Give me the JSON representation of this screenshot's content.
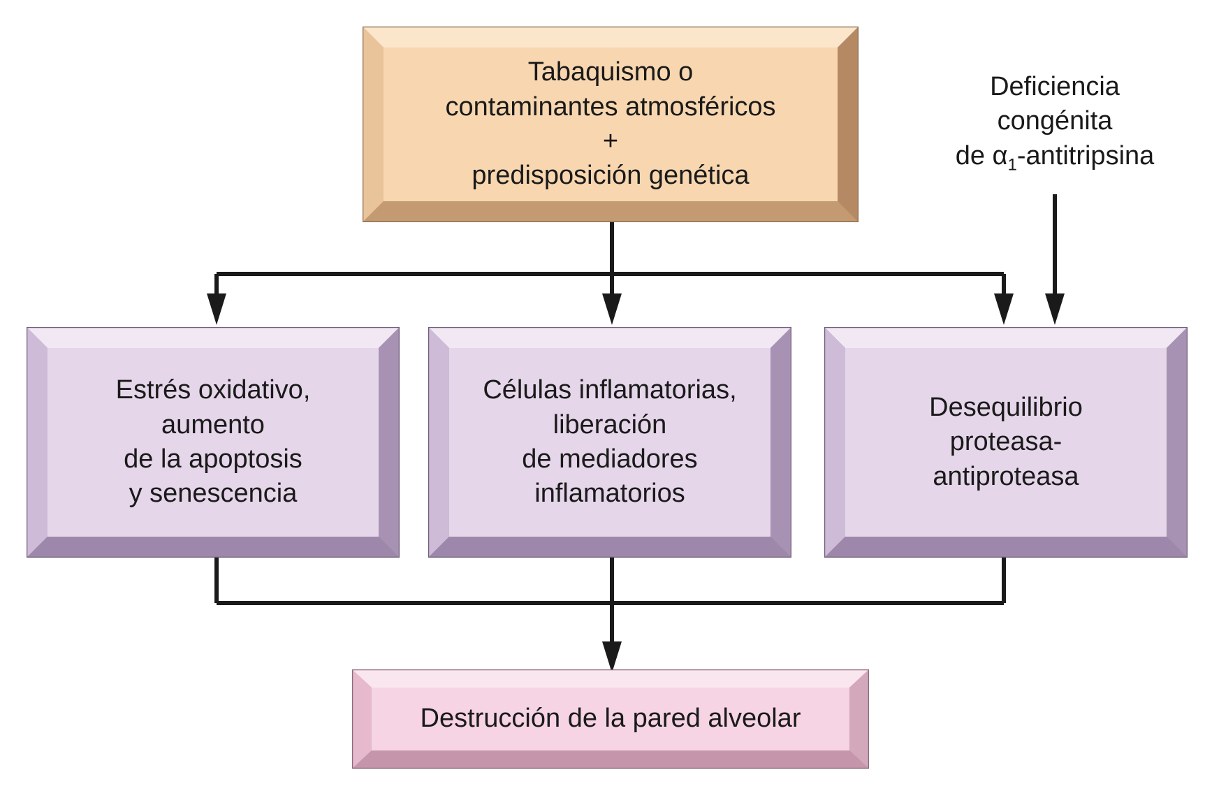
{
  "diagram": {
    "top_box": {
      "lines": [
        "Tabaquismo o",
        "contaminantes atmosféricos",
        "+",
        "predisposición genética"
      ]
    },
    "side_label": {
      "line1": "Deficiencia",
      "line2": "congénita",
      "line3_prefix": "de ",
      "line3_alpha": "α",
      "line3_sub": "1",
      "line3_suffix": "-antitripsina"
    },
    "middle_boxes": [
      {
        "lines": [
          "Estrés oxidativo,",
          "aumento",
          "de la apoptosis",
          "y senescencia"
        ]
      },
      {
        "lines": [
          "Células inflamatorias,",
          "liberación",
          "de mediadores",
          "inflamatorios"
        ]
      },
      {
        "lines": [
          "Desequilibrio",
          "proteasa-",
          "antiproteasa"
        ]
      }
    ],
    "bottom_box": {
      "lines": [
        "Destrucción de la pared alveolar"
      ]
    },
    "colors": {
      "top_face": "#f8d7b0",
      "top_dark": "#c39a72",
      "top_light": "#fbe6cc",
      "mid_face": "#e5d6ea",
      "mid_dark": "#9d87aa",
      "mid_light": "#f1e8f4",
      "bottom_face": "#f6d4e4",
      "bottom_dark": "#c596ab",
      "bottom_light": "#fae6ef",
      "line": "#1a1a1a"
    }
  }
}
